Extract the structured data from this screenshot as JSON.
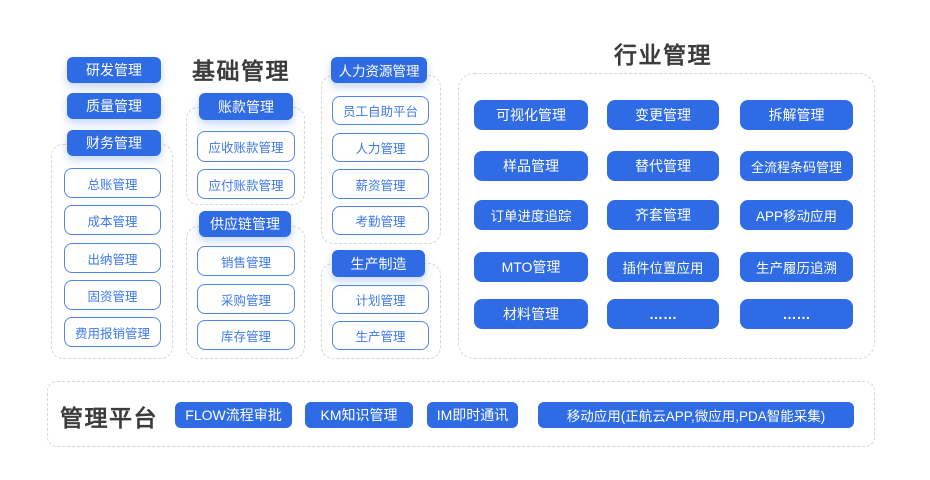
{
  "colors": {
    "primary": "#2E6BE4",
    "outline_border": "#5287EE",
    "outline_text": "#3D79EB",
    "dashed_border": "#D6D6D6",
    "title_text": "#3C3C3C"
  },
  "left": {
    "pills": [
      "研发管理",
      "质量管理"
    ],
    "finance_group": {
      "header": "财务管理",
      "items": [
        "总账管理",
        "成本管理",
        "出纳管理",
        "固资管理",
        "费用报销管理"
      ]
    }
  },
  "base": {
    "title": "基础管理",
    "groups": [
      {
        "header": "账款管理",
        "items": [
          "应收账款管理",
          "应付账款管理"
        ]
      },
      {
        "header": "供应链管理",
        "items": [
          "销售管理",
          "采购管理",
          "库存管理"
        ]
      }
    ]
  },
  "hr": {
    "groups": [
      {
        "header": "人力资源管理",
        "items": [
          "员工自助平台",
          "人力管理",
          "薪资管理",
          "考勤管理"
        ]
      },
      {
        "header": "生产制造",
        "items": [
          "计划管理",
          "生产管理"
        ]
      }
    ]
  },
  "industry": {
    "title": "行业管理",
    "items": [
      "可视化管理",
      "变更管理",
      "拆解管理",
      "样品管理",
      "替代管理",
      "全流程条码管理",
      "订单进度追踪",
      "齐套管理",
      "APP移动应用",
      "MTO管理",
      "插件位置应用",
      "生产履历追溯",
      "材料管理",
      "……",
      "……"
    ]
  },
  "platform": {
    "title": "管理平台",
    "items": [
      "FLOW流程审批",
      "KM知识管理",
      "IM即时通讯",
      "移动应用(正航云APP,微应用,PDA智能采集)"
    ]
  }
}
